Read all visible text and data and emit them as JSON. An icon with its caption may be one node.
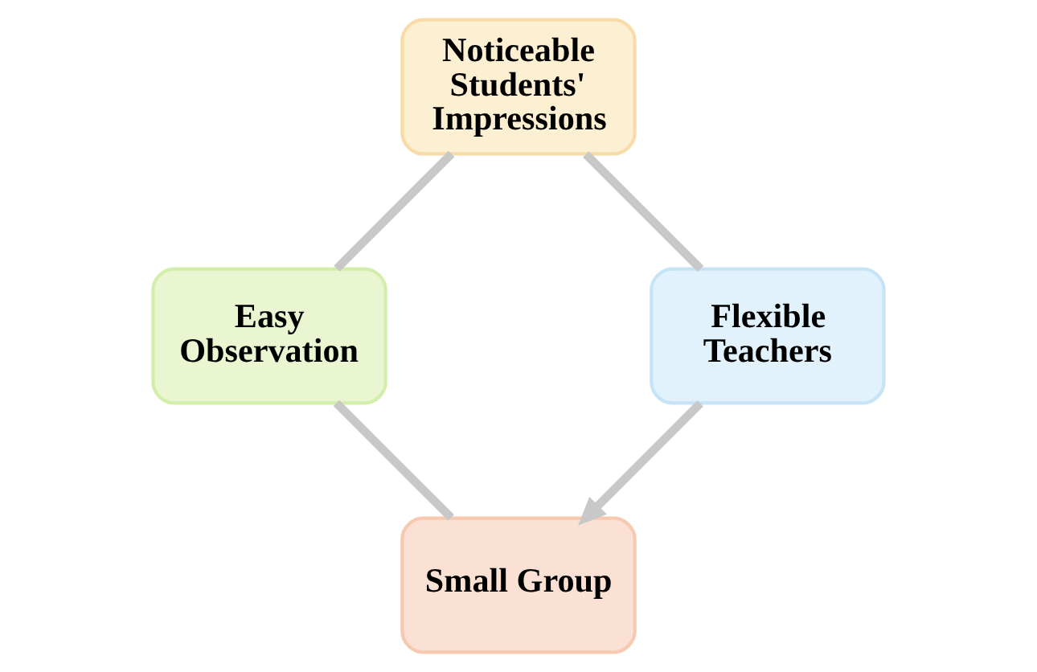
{
  "diagram": {
    "nodes": [
      {
        "text": [
          "Small Group"
        ]
      },
      {
        "text": [
          "Flexible Teachers"
        ]
      },
      {
        "text": [
          "Easy Observation"
        ]
      },
      {
        "text": [
          "Noticeable Students' Impressions"
        ]
      }
    ],
    "edges": [
      {
        "from": 1,
        "to": 0,
        "arrow": "to"
      },
      {
        "from": 0,
        "to": 2,
        "arrow": "none"
      },
      {
        "from": 2,
        "to": 3,
        "arrow": "none"
      },
      {
        "from": 3,
        "to": 1,
        "arrow": "none"
      }
    ]
  }
}
